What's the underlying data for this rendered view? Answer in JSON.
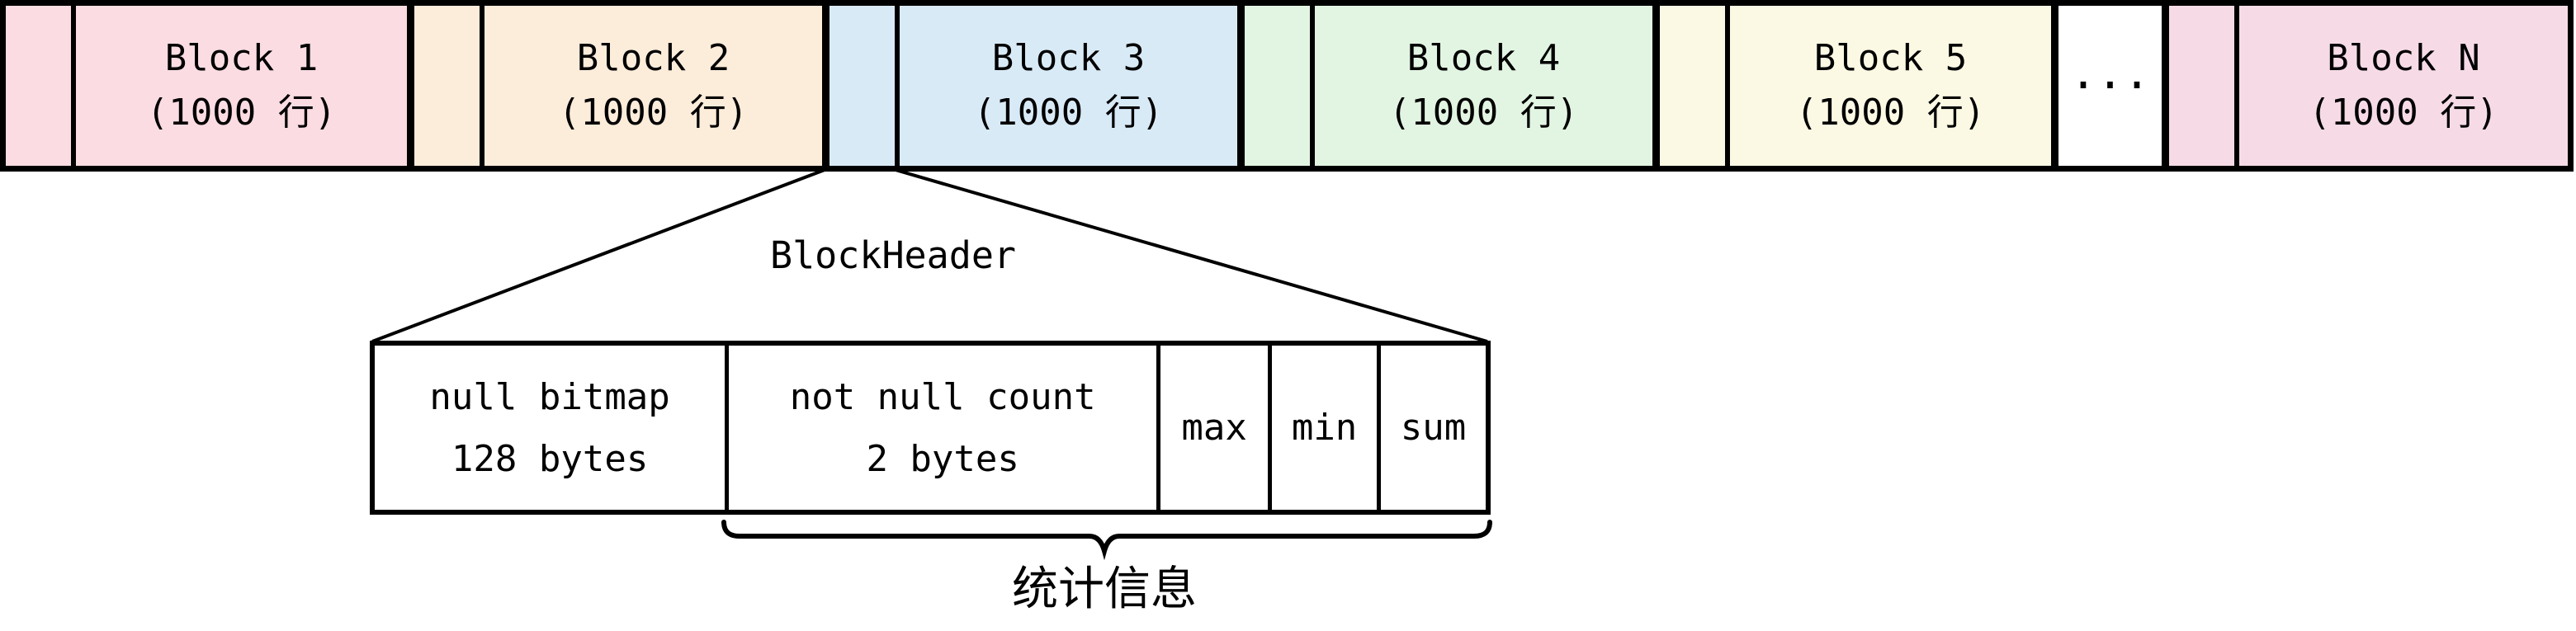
{
  "page": {
    "background_color": "#ffffff",
    "line_color": "#000000"
  },
  "block_row": {
    "blocks": [
      {
        "name": "Block 1",
        "rows": "(1000 行)",
        "color": "#fadce2"
      },
      {
        "name": "Block 2",
        "rows": "(1000 行)",
        "color": "#fcecda"
      },
      {
        "name": "Block 3",
        "rows": "(1000 行)",
        "color": "#d9eaf7"
      },
      {
        "name": "Block 4",
        "rows": "(1000 行)",
        "color": "#e2f5e2"
      },
      {
        "name": "Block 5",
        "rows": "(1000 行)",
        "color": "#fbf8e3"
      },
      {
        "name": "Block N",
        "rows": "(1000 行)",
        "color": "#f6dbe7"
      }
    ],
    "ellipsis": "···",
    "ellipsis_color": "#ffffff"
  },
  "header_detail": {
    "title": "BlockHeader",
    "cells": [
      {
        "line1": "null bitmap",
        "line2": "128 bytes"
      },
      {
        "line1": "not null count",
        "line2": "2 bytes"
      },
      {
        "line1": "max"
      },
      {
        "line1": "min"
      },
      {
        "line1": "sum"
      }
    ],
    "brace_label": "统计信息"
  }
}
